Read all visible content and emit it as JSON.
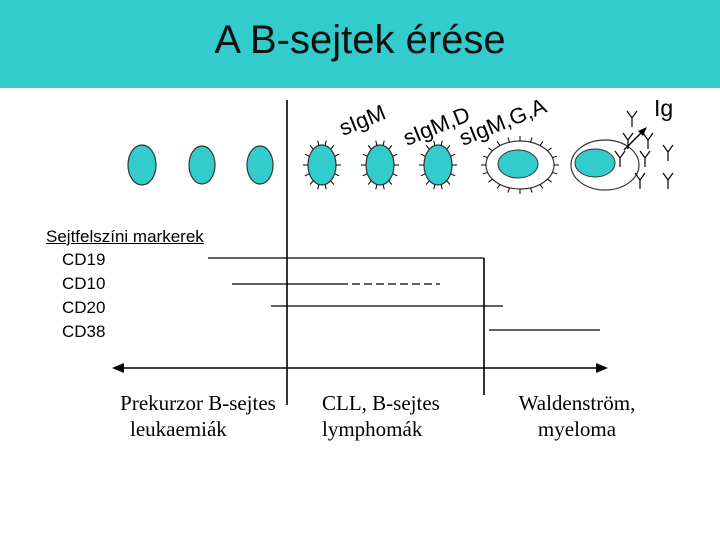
{
  "title": "A B-sejtek érése",
  "surface_ig_labels": {
    "sigm": "sIgM",
    "sigmd": "sIgM,D",
    "sigmga": "sIgM,G,A",
    "ig": "Ig"
  },
  "markers": {
    "heading": "Sejtfelszíni markerek",
    "items": [
      {
        "name": "CD19"
      },
      {
        "name": "CD10"
      },
      {
        "name": "CD20"
      },
      {
        "name": "CD38"
      }
    ]
  },
  "groups": [
    {
      "line1": "Prekurzor B-sejtes",
      "line2": "leukaemiák"
    },
    {
      "line1": "CLL, B-sejtes",
      "line2": "lymphomák"
    },
    {
      "line1": "Waldenström,",
      "line2": "myeloma"
    }
  ],
  "colors": {
    "banner": "#33cccc",
    "cell_fill": "#33cccc",
    "cell_stroke": "#333333"
  }
}
